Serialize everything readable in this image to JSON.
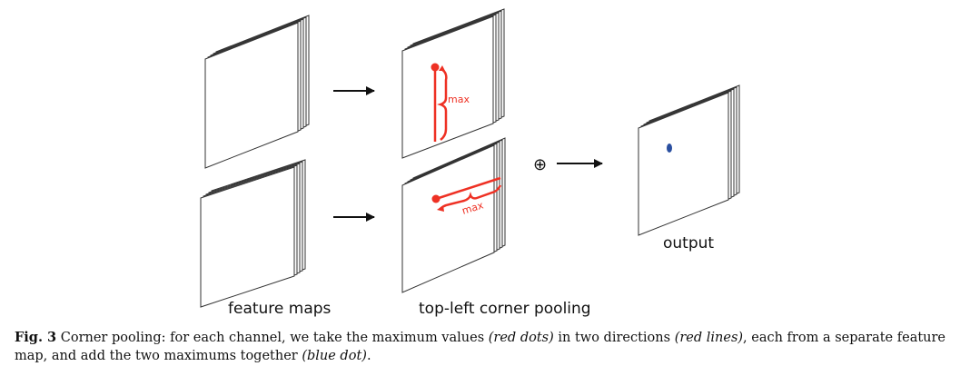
{
  "labels": {
    "feature_maps": "feature maps",
    "pooling": "top-left corner pooling",
    "output": "output",
    "max_top": "max",
    "max_bottom": "max",
    "oplus": "⊕"
  },
  "caption": {
    "fig": "Fig. 3",
    "t1": " Corner pooling: for each channel, we take the maximum values ",
    "i1": "(red dots)",
    "t2": " in two directions ",
    "i2": "(red lines)",
    "t3": ", each from a separate feature map, and add the two maximums together ",
    "i3": "(blue dot)",
    "t4": "."
  },
  "colors": {
    "red": "#ee3124",
    "blue": "#2a4fa0",
    "stroke": "#333333"
  }
}
